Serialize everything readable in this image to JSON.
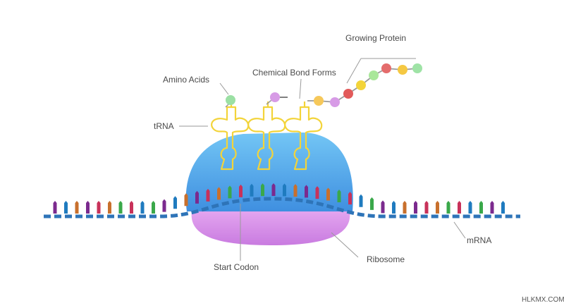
{
  "labels": {
    "growing_protein": "Growing Protein",
    "chemical_bond": "Chemical Bond Forms",
    "amino_acids": "Amino Acids",
    "trna": "tRNA",
    "start_codon": "Start Codon",
    "ribosome": "Ribosome",
    "mrna": "mRNA"
  },
  "watermark": "HLKMX.COM",
  "colors": {
    "ribosome_top": "#5aa9ec",
    "ribosome_bottom": "#d98ae6",
    "mrna_strand": "#2e74b8",
    "trna": "#f3d43a",
    "leader": "#9a9a9a",
    "nucleotides": [
      "#7b2a8e",
      "#c8702d",
      "#c8325a",
      "#3aa84a",
      "#1f7bbf"
    ],
    "amino_acids": [
      "#9be0a4",
      "#d79be6",
      "#f6c85a",
      "#e25a5a",
      "#f3d43a",
      "#a9e79a",
      "#e46c6c",
      "#f5c842",
      "#9fe3a6"
    ]
  }
}
